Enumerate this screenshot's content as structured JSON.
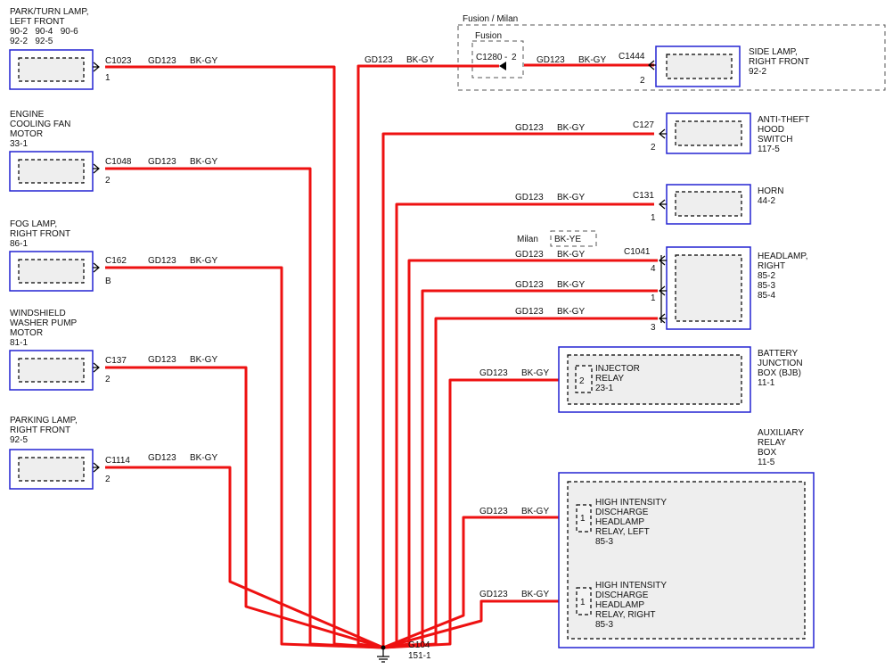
{
  "colors": {
    "wire": "#ee1111",
    "component_border": "#2323d2",
    "component_fill": "#eeeeee"
  },
  "wire_label": {
    "circuit": "GD123",
    "color": "BK-GY"
  },
  "left_components": [
    {
      "name_lines": [
        "PARK/TURN LAMP,",
        "LEFT FRONT",
        "90-2   90-4   90-6",
        "92-2   92-5"
      ],
      "connector": "C1023",
      "pin": "1"
    },
    {
      "name_lines": [
        "ENGINE",
        "COOLING FAN",
        "MOTOR",
        "33-1"
      ],
      "connector": "C1048",
      "pin": "2"
    },
    {
      "name_lines": [
        "FOG LAMP,",
        "RIGHT FRONT",
        "86-1"
      ],
      "connector": "C162",
      "pin": "B"
    },
    {
      "name_lines": [
        "WINDSHIELD",
        "WASHER PUMP",
        "MOTOR",
        "81-1"
      ],
      "connector": "C137",
      "pin": "2"
    },
    {
      "name_lines": [
        "PARKING LAMP,",
        "RIGHT FRONT",
        "92-5"
      ],
      "connector": "C1114",
      "pin": "2"
    }
  ],
  "variant_outer_label": "Fusion / Milan",
  "variant_inner_label": "Fusion",
  "inline_connector": {
    "name": "C1280",
    "pin": "2"
  },
  "milan_label": "Milan",
  "milan_wire_color": "BK-YE",
  "right_components": [
    {
      "name_lines": [
        "SIDE LAMP,",
        "RIGHT FRONT",
        "92-2"
      ],
      "connector": "C1444",
      "pins": [
        "2"
      ]
    },
    {
      "name_lines": [
        "ANTI-THEFT",
        "HOOD",
        "SWITCH",
        "117-5"
      ],
      "connector": "C127",
      "pins": [
        "2"
      ]
    },
    {
      "name_lines": [
        "HORN",
        "44-2"
      ],
      "connector": "C131",
      "pins": [
        "1"
      ]
    },
    {
      "name_lines": [
        "HEADLAMP,",
        "RIGHT",
        "85-2",
        "85-3",
        "85-4"
      ],
      "connector": "C1041",
      "pins": [
        "4",
        "1",
        "3"
      ]
    }
  ],
  "bjb": {
    "name_lines": [
      "BATTERY",
      "JUNCTION",
      "BOX (BJB)",
      "11-1"
    ],
    "relay": {
      "name_lines": [
        "INJECTOR",
        "RELAY",
        "23-1"
      ],
      "pin": "2"
    }
  },
  "aux_box": {
    "name_lines": [
      "AUXILIARY",
      "RELAY",
      "BOX",
      "11-5"
    ],
    "relays": [
      {
        "name_lines": [
          "HIGH INTENSITY",
          "DISCHARGE",
          "HEADLAMP",
          "RELAY, LEFT",
          "85-3"
        ],
        "pin": "1"
      },
      {
        "name_lines": [
          "HIGH INTENSITY",
          "DISCHARGE",
          "HEADLAMP",
          "RELAY, RIGHT",
          "85-3"
        ],
        "pin": "1"
      }
    ]
  },
  "ground": {
    "name": "G104",
    "ref": "151-1"
  }
}
